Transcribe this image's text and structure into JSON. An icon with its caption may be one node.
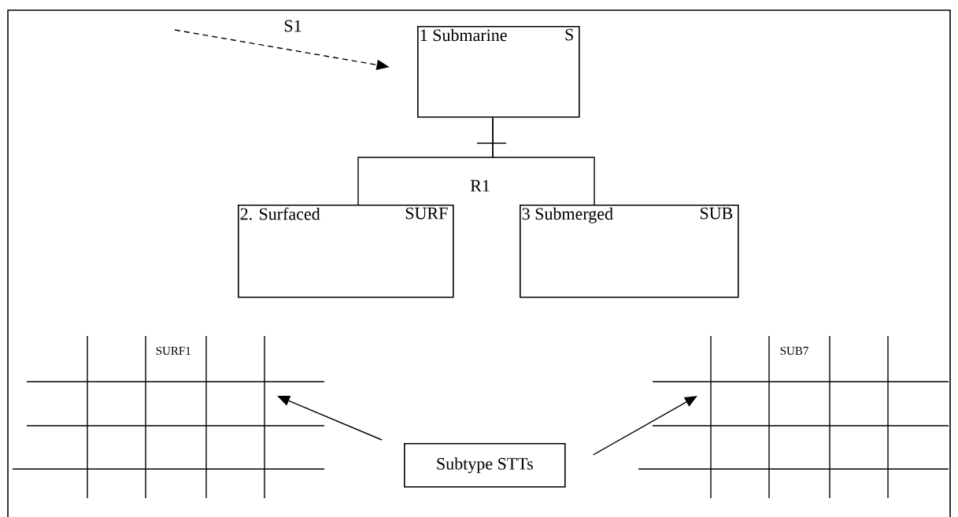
{
  "diagram": {
    "nodes": [
      {
        "text": [
          "1 Submarine",
          "S"
        ]
      },
      {
        "text": [
          "2. Surfaced",
          "SURF"
        ]
      },
      {
        "text": [
          "3 Submerged",
          "SUB"
        ]
      },
      {
        "text": [
          "SURF1"
        ]
      },
      {
        "text": [
          "SUB7"
        ]
      },
      {
        "text": [
          "Subtype STTs"
        ]
      }
    ],
    "edges": [
      {
        "from": null,
        "to": 0,
        "arrow": "to",
        "style": "dashed",
        "label": "S1"
      },
      {
        "from": 0,
        "to": 1,
        "arrow": "none",
        "label": "R1"
      },
      {
        "from": 0,
        "to": 2,
        "arrow": "none"
      },
      {
        "from": 5,
        "to": 3,
        "arrow": "to"
      },
      {
        "from": 5,
        "to": 4,
        "arrow": "to"
      }
    ]
  }
}
